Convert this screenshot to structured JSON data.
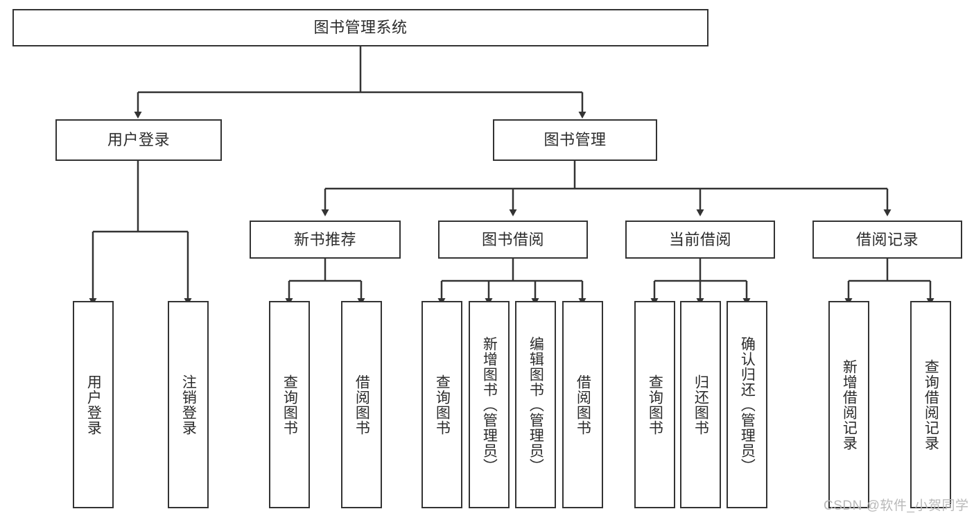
{
  "diagram": {
    "type": "tree-hierarchy-chart",
    "title": "图书管理系统",
    "line_color": "#333333",
    "text_color": "#2b2b2b",
    "background": "#ffffff",
    "root": {
      "label": "图书管理系统",
      "name": "root-node-library-management-system"
    },
    "level2": [
      {
        "label": "用户登录",
        "name": "node-user-login"
      },
      {
        "label": "图书管理",
        "name": "node-book-management"
      }
    ],
    "level3": [
      {
        "label": "新书推荐",
        "name": "node-new-book-recommendation"
      },
      {
        "label": "图书借阅",
        "name": "node-book-borrowing"
      },
      {
        "label": "当前借阅",
        "name": "node-current-borrowing"
      },
      {
        "label": "借阅记录",
        "name": "node-borrowing-records"
      }
    ],
    "leaves": {
      "user_login": [
        {
          "label": "用户登录",
          "name": "leaf-user-login"
        },
        {
          "label": "注销登录",
          "name": "leaf-logout"
        }
      ],
      "new_book_recommendation": [
        {
          "label": "查询图书",
          "name": "leaf-query-book-1"
        },
        {
          "label": "借阅图书",
          "name": "leaf-borrow-book-1"
        }
      ],
      "book_borrowing": [
        {
          "label": "查询图书",
          "name": "leaf-query-book-2"
        },
        {
          "label": "新增图书（管理员）",
          "name": "leaf-add-book-admin"
        },
        {
          "label": "编辑图书（管理员）",
          "name": "leaf-edit-book-admin"
        },
        {
          "label": "借阅图书",
          "name": "leaf-borrow-book-2"
        }
      ],
      "current_borrowing": [
        {
          "label": "查询图书",
          "name": "leaf-query-book-3"
        },
        {
          "label": "归还图书",
          "name": "leaf-return-book"
        },
        {
          "label": "确认归还（管理员）",
          "name": "leaf-confirm-return-admin"
        }
      ],
      "borrowing_records": [
        {
          "label": "新增借阅记录",
          "name": "leaf-add-borrow-record"
        },
        {
          "label": "查询借阅记录",
          "name": "leaf-query-borrow-record"
        }
      ]
    }
  },
  "watermark": {
    "text": "CSDN @软件_小贺同学"
  }
}
